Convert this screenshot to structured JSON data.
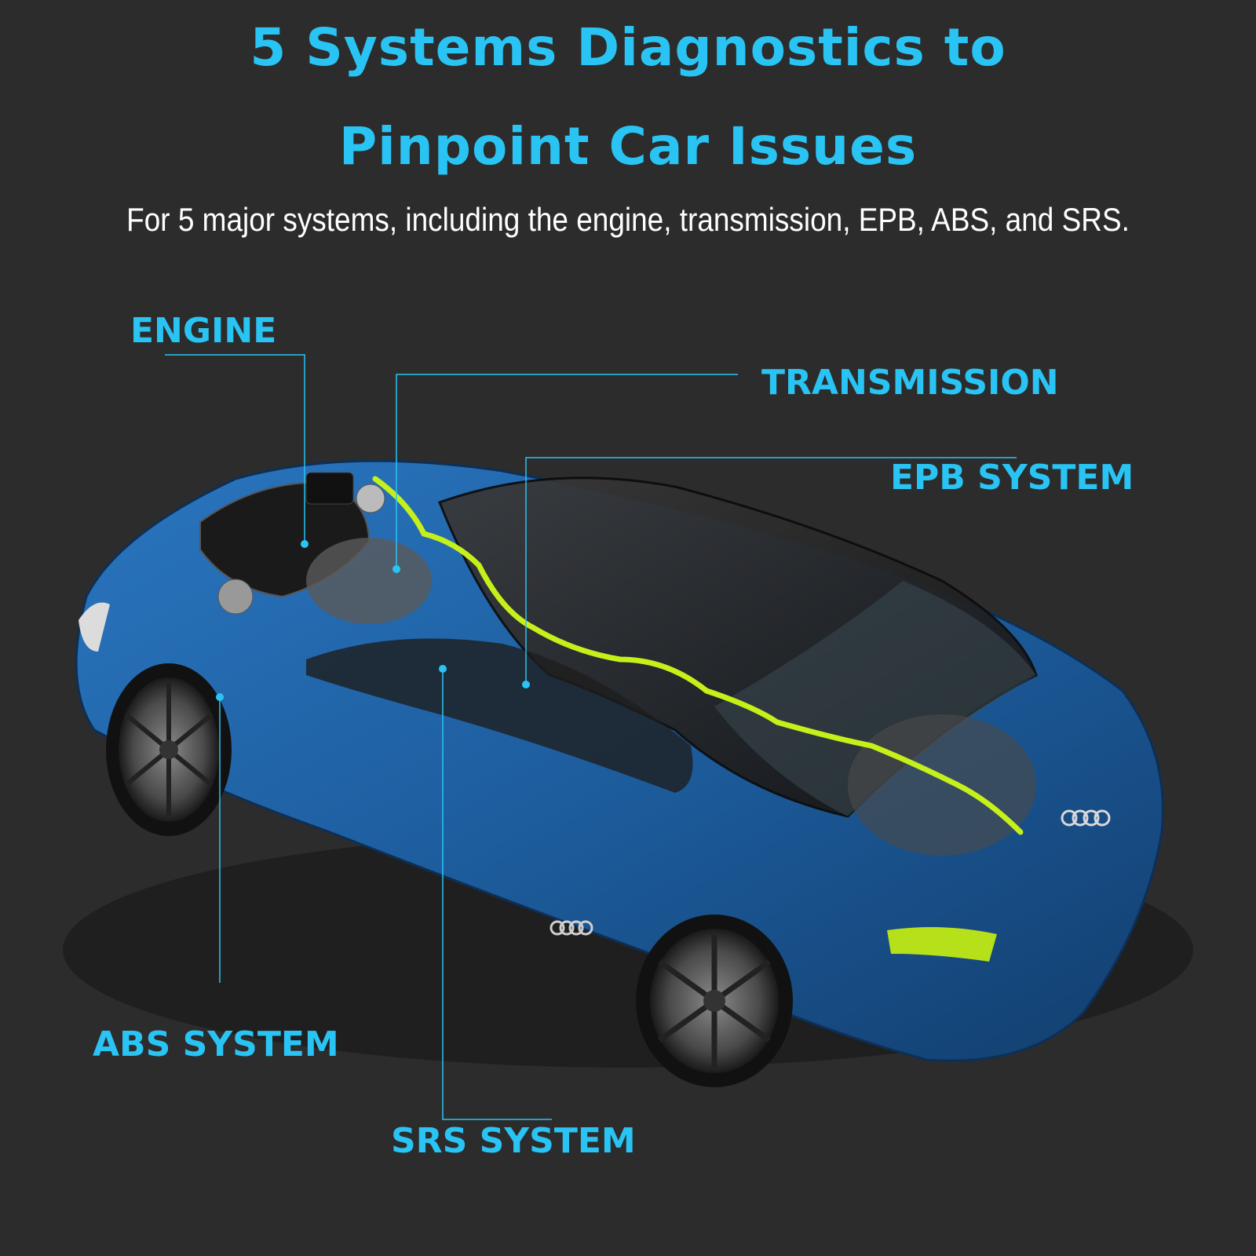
{
  "heading": {
    "line1": "5 Systems Diagnostics to",
    "line2": "Pinpoint Car Issues",
    "subtitle": "For 5 major systems, including the engine, transmission, EPB, ABS, and SRS."
  },
  "callouts": {
    "engine": "ENGINE",
    "transmission": "TRANSMISSION",
    "epb": "EPB SYSTEM",
    "abs": "ABS SYSTEM",
    "srs": "SRS SYSTEM"
  },
  "colors": {
    "background": "#2c2c2c",
    "accent": "#29c4f4",
    "car_body": "#1e5d9e",
    "brake_line": "#c6f01a"
  }
}
